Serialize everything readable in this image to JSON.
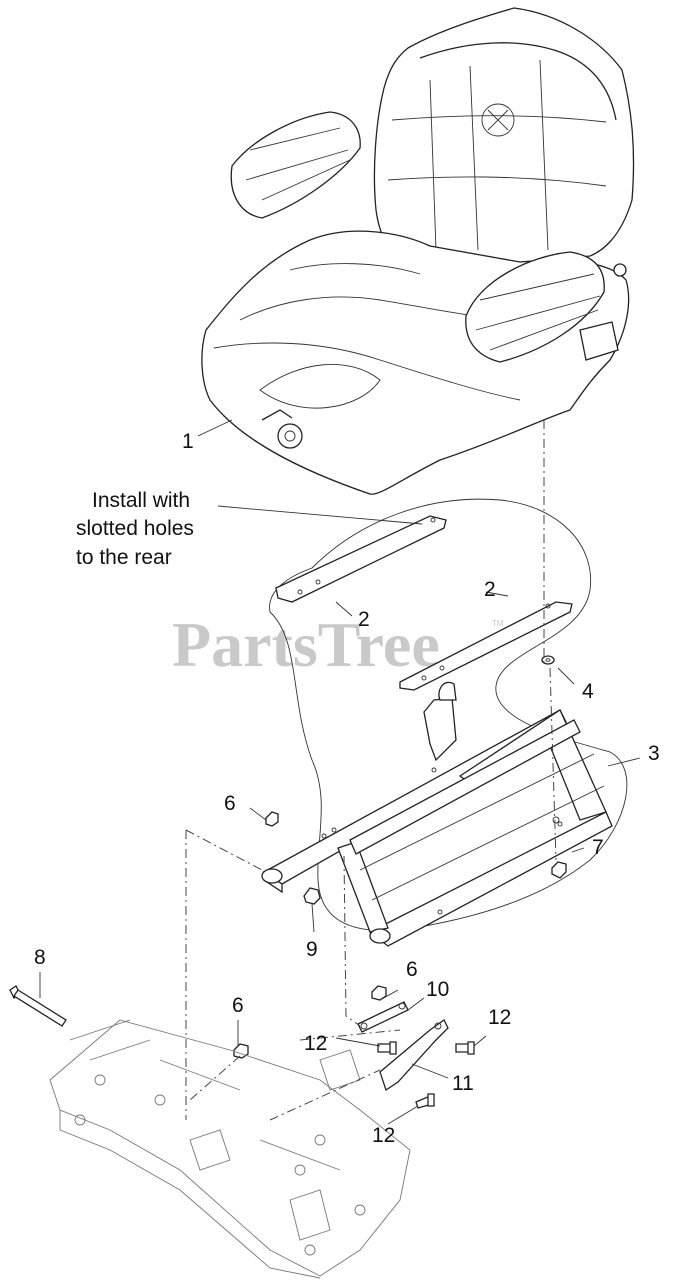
{
  "watermark": {
    "text": "PartsTree",
    "trademark": "TM"
  },
  "note": {
    "lines": [
      "Install with",
      "slotted holes",
      "to the rear"
    ]
  },
  "callouts": [
    "1",
    "2",
    "2",
    "3",
    "4",
    "6",
    "7",
    "9",
    "8",
    "6",
    "10",
    "6",
    "12",
    "12",
    "11",
    "12"
  ]
}
